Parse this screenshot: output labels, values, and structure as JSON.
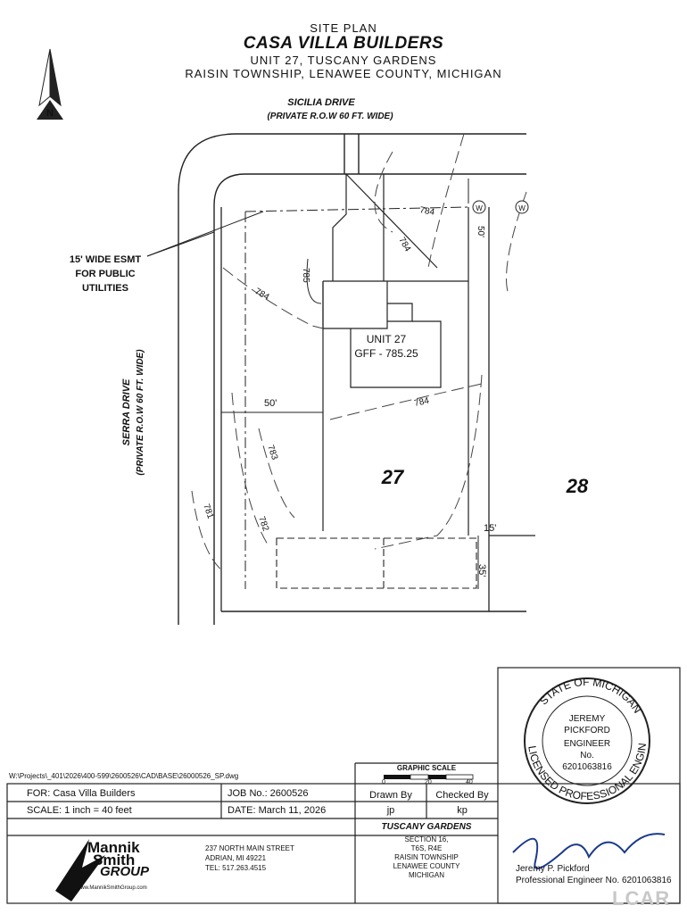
{
  "header": {
    "sheet_title": "SITE PLAN",
    "company": "CASA VILLA BUILDERS",
    "unit_line": "UNIT 27, TUSCANY GARDENS",
    "location_line": "RAISIN TOWNSHIP, LENAWEE COUNTY, MICHIGAN"
  },
  "plan": {
    "north_letter": "N",
    "street_top": "SICILIA DRIVE",
    "street_top_row": "(PRIVATE R.O.W 60 FT. WIDE)",
    "street_left": "SERRA DRIVE",
    "street_left_row": "(PRIVATE R.O.W 60 FT. WIDE)",
    "easement_line1": "15' WIDE ESMT",
    "easement_line2": "FOR PUBLIC",
    "easement_line3": "UTILITIES",
    "unit_label": "UNIT 27",
    "gff_label": "GFF - 785.25",
    "lot_27": "27",
    "lot_28": "28",
    "dim_50_top": "50'",
    "dim_50_left": "50'",
    "dim_15": "15'",
    "dim_35": "35'",
    "contour_784_a": "784",
    "contour_784_b": "784",
    "contour_784_c": "784",
    "contour_784_d": "784",
    "contour_785": "785",
    "contour_783": "783",
    "contour_782": "782",
    "contour_781": "781",
    "water_symbol": "W"
  },
  "title_block": {
    "file_path": "W:\\Projects\\_401\\2026\\400-599\\2600526\\CAD\\BASE\\26000526_SP.dwg",
    "for_label": "FOR:  Casa Villa Builders",
    "job_label": "JOB No.:  2600526",
    "scale_label": "SCALE:  1 inch = 40 feet",
    "date_label": "DATE:  March 11, 2026",
    "graphic_scale_title": "GRAPHIC SCALE",
    "scale_0": "0",
    "scale_20": "20",
    "scale_40": "40",
    "drawn_by_label": "Drawn By",
    "drawn_by_value": "jp",
    "checked_by_label": "Checked By",
    "checked_by_value": "kp",
    "project_title": "TUSCANY GARDENS",
    "project_lines": [
      "SECTION 16,",
      "T6S, R4E",
      "RAISIN TOWNSHIP",
      "LENAWEE COUNTY",
      "MICHIGAN"
    ],
    "firm_logo_line1": "Mannik",
    "firm_logo_line2": "Smith",
    "firm_logo_line3": "GROUP",
    "firm_website": "www.MannikSmithGroup.com",
    "firm_address1": "237 NORTH MAIN STREET",
    "firm_address2": "ADRIAN, MI 49221",
    "firm_phone": "TEL: 517.263.4515",
    "engineer_name": "Jeremy P. Pickford",
    "engineer_title": "Professional Engineer No. 6201063816"
  },
  "seal": {
    "outer_top": "STATE OF MICHIGAN",
    "outer_bottom": "LICENSED PROFESSIONAL ENGINEER",
    "name": "JEREMY",
    "surname": "PICKFORD",
    "role": "ENGINEER",
    "no_label": "No.",
    "number": "6201063816"
  },
  "watermark": "LCAR"
}
